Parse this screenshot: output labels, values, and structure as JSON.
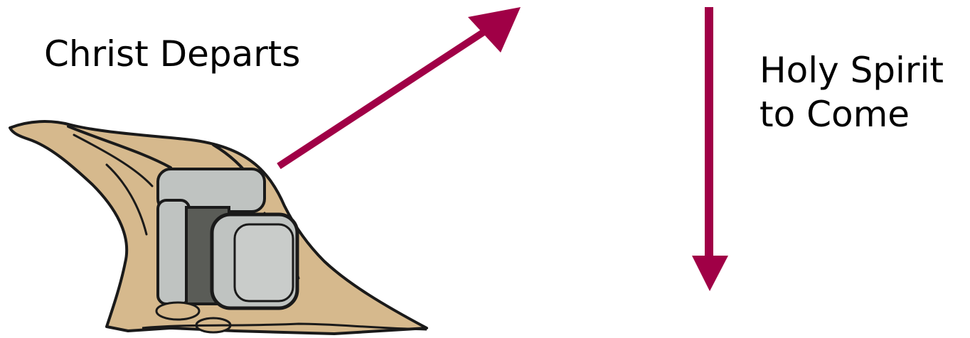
{
  "labels": {
    "christ_departs": "Christ Departs",
    "holy_spirit_line1": "Holy Spirit",
    "holy_spirit_line2": "to Come"
  },
  "colors": {
    "arrow": "#A00046",
    "hill": "#D6B98D",
    "stone": "#BFC3C1",
    "stone_dark": "#A7ACAA",
    "doorway": "#5A5C57",
    "outline": "#1A1A1A",
    "background": "#FFFFFF"
  },
  "icons": {
    "tomb": "empty-tomb-illustration",
    "arrow_up": "diagonal-up-arrow-icon",
    "arrow_down": "down-arrow-icon"
  }
}
